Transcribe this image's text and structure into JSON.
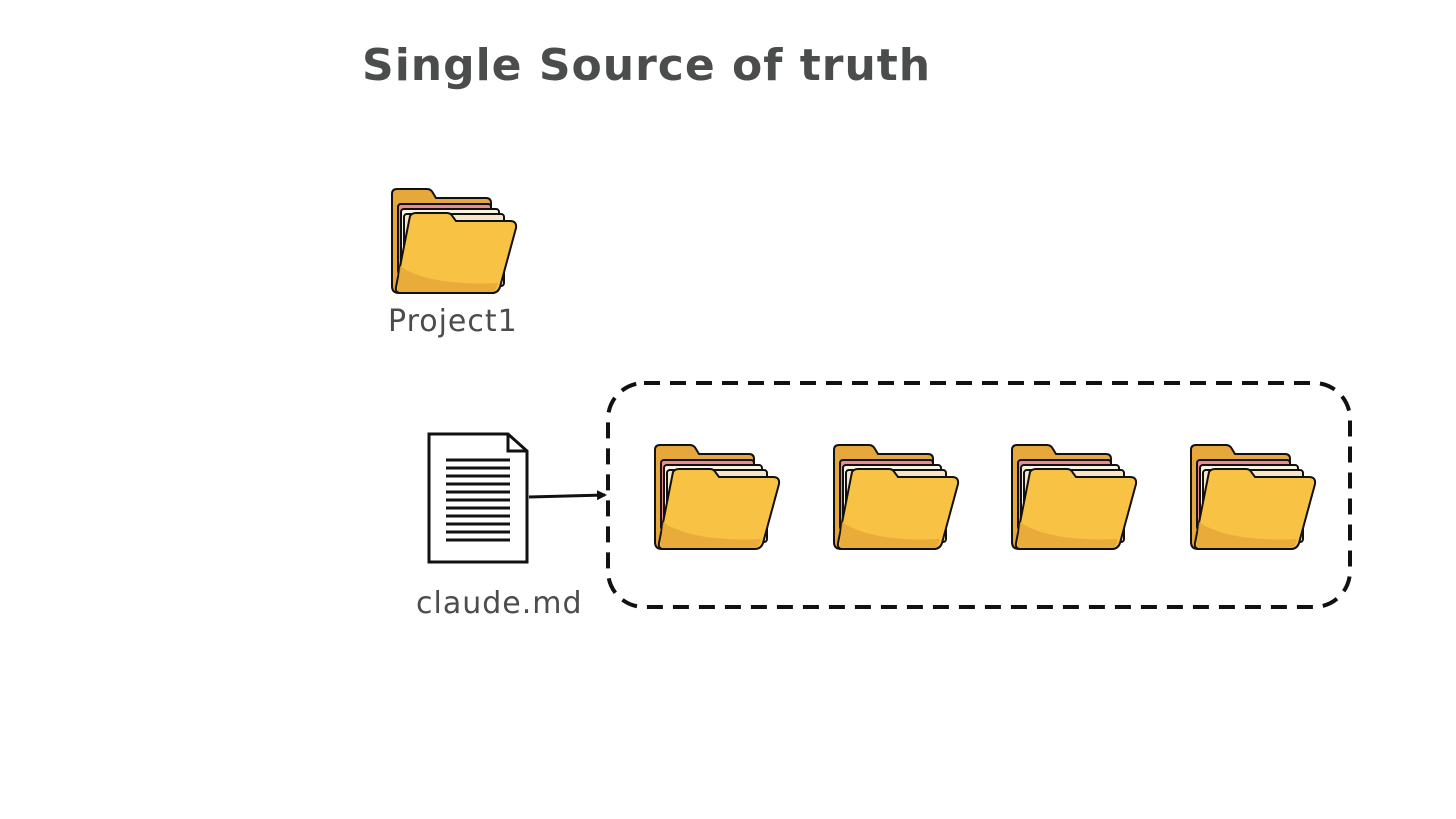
{
  "title": "Single Source of truth",
  "project": {
    "label": "Project1",
    "icon": "folder-icon"
  },
  "source_file": {
    "label": "claude.md",
    "icon": "document-icon"
  },
  "group": {
    "folder_count": 4,
    "icon": "folder-icon"
  },
  "colors": {
    "folder_front": "#f8c245",
    "folder_shade": "#e6a83a",
    "folder_back": "#e6a83a",
    "paper_pink": "#e98e8a",
    "paper_cream": "#f6e7c9",
    "text": "#4a4d4c",
    "stroke": "#111111"
  }
}
